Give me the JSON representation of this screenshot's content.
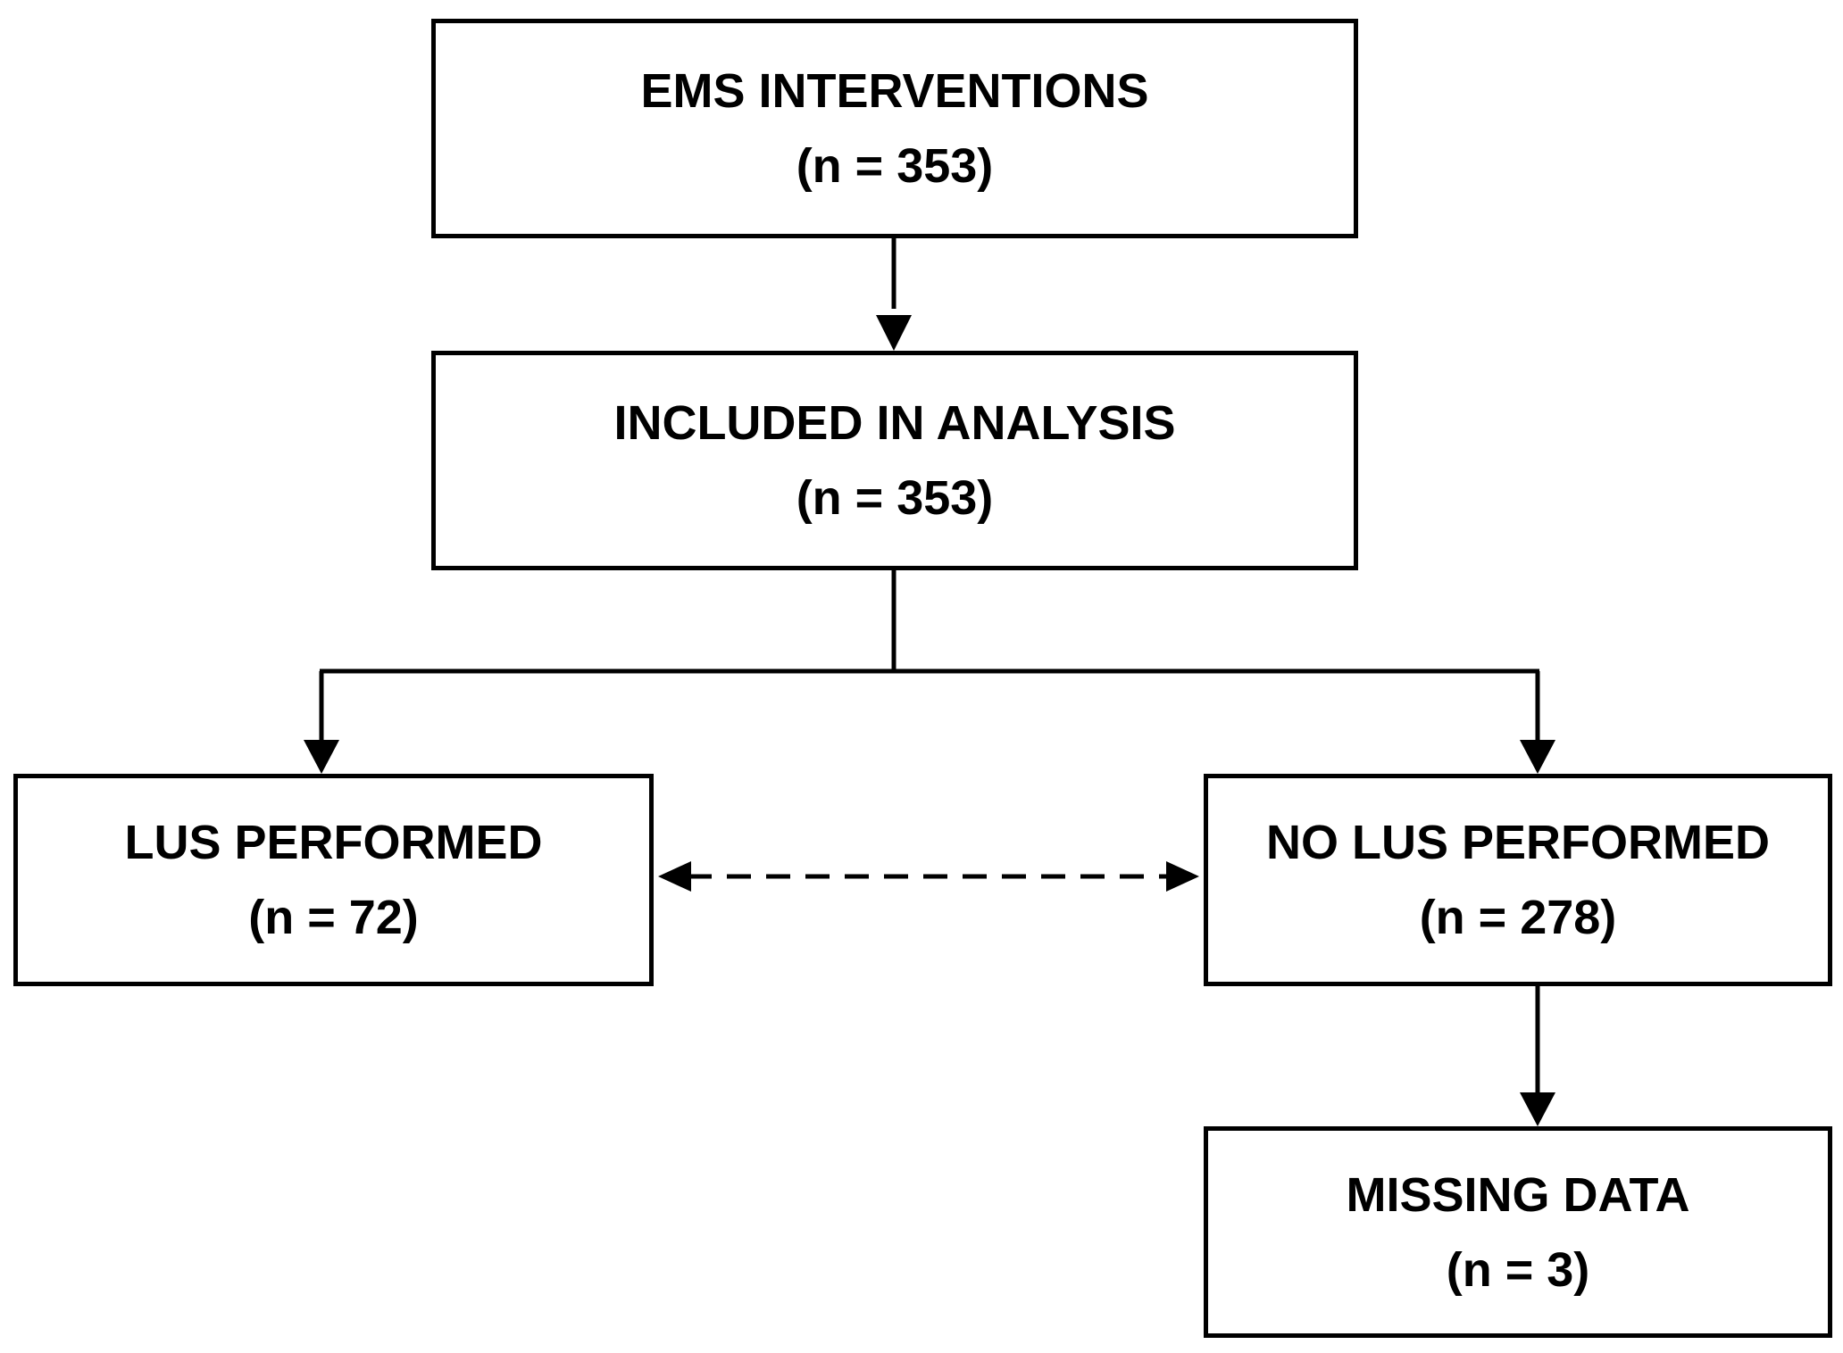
{
  "flowchart": {
    "nodes": {
      "ems_interventions": {
        "label": "EMS INTERVENTIONS",
        "count": "(n = 353)"
      },
      "included_in_analysis": {
        "label": "INCLUDED IN ANALYSIS",
        "count": "(n = 353)"
      },
      "lus_performed": {
        "label": "LUS PERFORMED",
        "count": "(n = 72)"
      },
      "no_lus_performed": {
        "label": "NO LUS PERFORMED",
        "count": "(n = 278)"
      },
      "missing_data": {
        "label": "MISSING DATA",
        "count": "(n = 3)"
      }
    },
    "edges": [
      {
        "from": "ems_interventions",
        "to": "included_in_analysis",
        "style": "solid",
        "direction": "forward"
      },
      {
        "from": "included_in_analysis",
        "to": "lus_performed",
        "style": "solid",
        "direction": "forward"
      },
      {
        "from": "included_in_analysis",
        "to": "no_lus_performed",
        "style": "solid",
        "direction": "forward"
      },
      {
        "from": "lus_performed",
        "to": "no_lus_performed",
        "style": "dashed",
        "direction": "both"
      },
      {
        "from": "no_lus_performed",
        "to": "missing_data",
        "style": "solid",
        "direction": "forward"
      }
    ]
  },
  "colors": {
    "line": "#000000",
    "background": "#ffffff",
    "text": "#000000"
  }
}
